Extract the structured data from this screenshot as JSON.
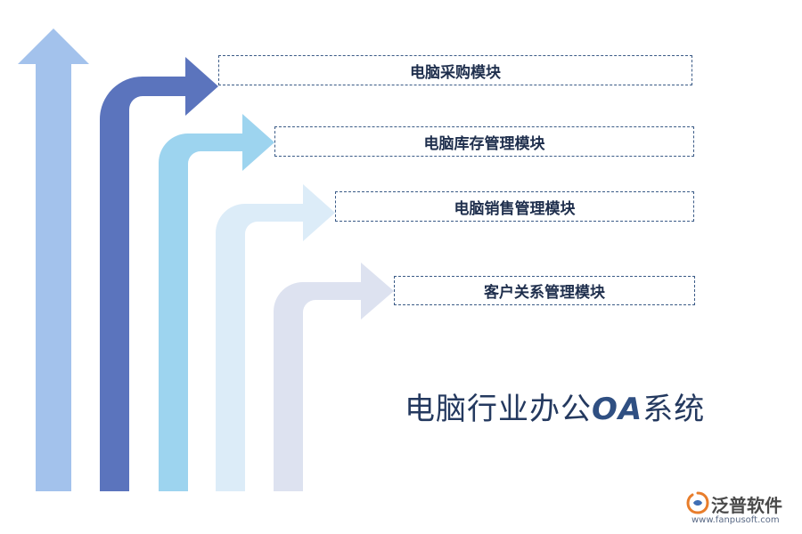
{
  "modules": [
    {
      "label": "电脑采购模块"
    },
    {
      "label": "电脑库存管理模块"
    },
    {
      "label": "电脑销售管理模块"
    },
    {
      "label": "客户关系管理模块"
    }
  ],
  "title": {
    "main": "电脑行业办公",
    "suffix": "OA",
    "end": "系统"
  },
  "logo": {
    "name": "泛普软件",
    "url": "www.fanpusoft.com"
  },
  "colors": {
    "arrow_straight": "#a3c2ec",
    "arrow_1": "#5b74bd",
    "arrow_2": "#9dd4ef",
    "arrow_3": "#dcecf8",
    "arrow_4": "#dde2f0",
    "text": "#1f2f4d",
    "logo_accent": "#e87d2b"
  }
}
